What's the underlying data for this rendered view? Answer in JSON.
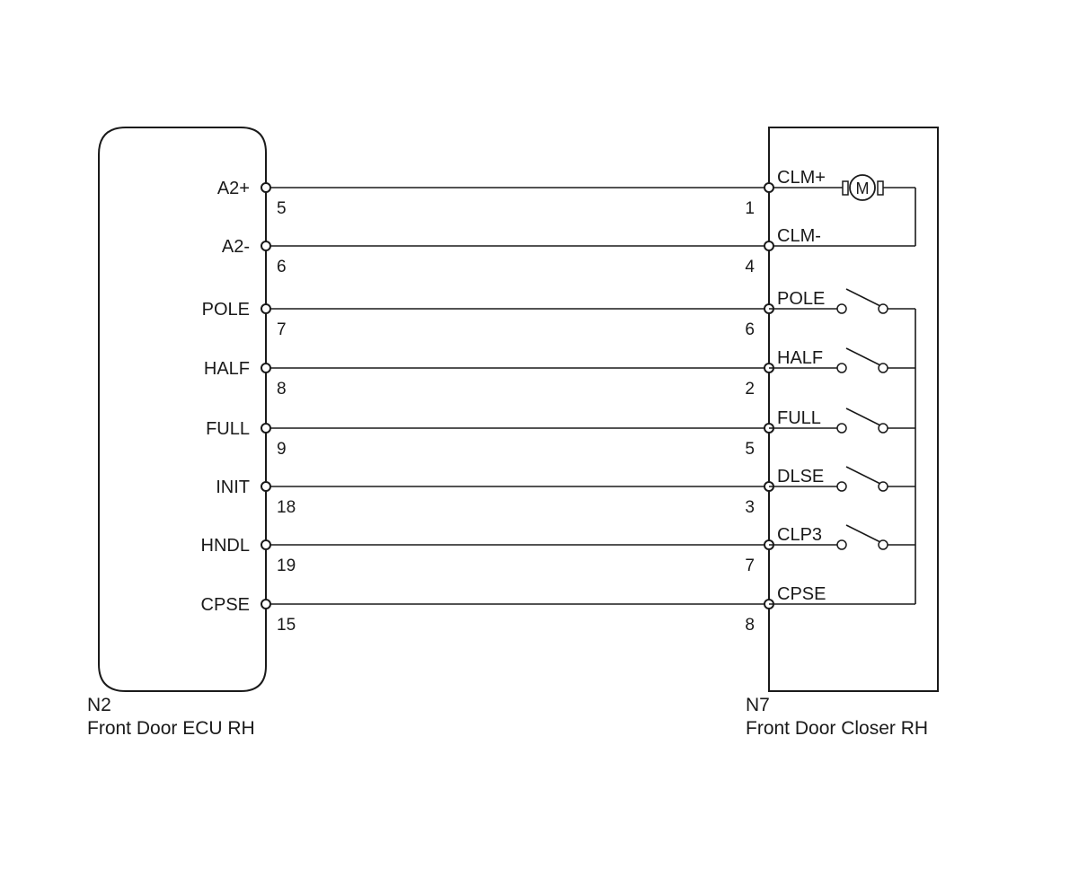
{
  "ecu": {
    "code": "N2",
    "name": "Front Door ECU RH"
  },
  "closer": {
    "code": "N7",
    "name": "Front Door Closer RH",
    "motor_symbol": "M"
  },
  "circuits": [
    {
      "ecu_signal": "A2+",
      "ecu_pin": "5",
      "closer_pin": "1",
      "closer_signal": "CLM+"
    },
    {
      "ecu_signal": "A2-",
      "ecu_pin": "6",
      "closer_pin": "4",
      "closer_signal": "CLM-"
    },
    {
      "ecu_signal": "POLE",
      "ecu_pin": "7",
      "closer_pin": "6",
      "closer_signal": "POLE"
    },
    {
      "ecu_signal": "HALF",
      "ecu_pin": "8",
      "closer_pin": "2",
      "closer_signal": "HALF"
    },
    {
      "ecu_signal": "FULL",
      "ecu_pin": "9",
      "closer_pin": "5",
      "closer_signal": "FULL"
    },
    {
      "ecu_signal": "INIT",
      "ecu_pin": "18",
      "closer_pin": "3",
      "closer_signal": "DLSE"
    },
    {
      "ecu_signal": "HNDL",
      "ecu_pin": "19",
      "closer_pin": "7",
      "closer_signal": "CLP3"
    },
    {
      "ecu_signal": "CPSE",
      "ecu_pin": "15",
      "closer_pin": "8",
      "closer_signal": "CPSE"
    }
  ],
  "colors": {
    "line": "#1a1a1a",
    "background": "#ffffff"
  }
}
